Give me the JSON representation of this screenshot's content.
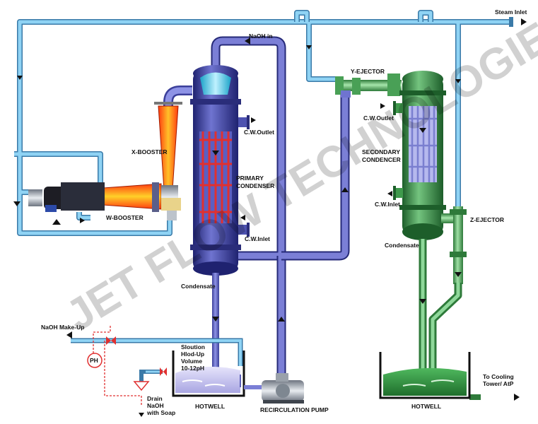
{
  "watermark": "JET FLOW TECHNOLOGIES",
  "labels": {
    "steam_inlet": "Steam Inlet",
    "naoh_in": "NaOH in",
    "y_ejector": "Y-EJECTOR",
    "x_booster": "X-BOOSTER",
    "w_booster": "W-BOOSTER",
    "cw_outlet_primary": "C.W.Outlet",
    "primary_condenser_1": "PRIMARY",
    "primary_condenser_2": "CONDENSER",
    "cw_inlet_primary": "C.W.Inlet",
    "condensate_primary": "Condensate",
    "cw_outlet_secondary": "C.W.Outlet",
    "secondary_condenser_1": "SECONDARY",
    "secondary_condenser_2": "CONDENCER",
    "cw_inlet_secondary": "C.W.Inlet",
    "z_ejector": "Z-EJECTOR",
    "condensate_secondary": "Condensate",
    "naoh_makeup": "NaOH Make-Up",
    "ph": "PH",
    "solution_1": "Sloution",
    "solution_2": "Hlod-Up",
    "solution_3": "Volume",
    "solution_4": "10-12pH",
    "drain_1": "Drain",
    "drain_2": "NaOH",
    "drain_3": "with Soap",
    "hotwell_primary": "HOTWELL",
    "recirculation_pump": "RECIRCULATION PUMP",
    "hotwell_secondary": "HOTWELL",
    "cooling_1": "To Cooling",
    "cooling_2": "Tower/ AtP"
  },
  "colors": {
    "steam_pipe": "#8fd3f4",
    "purple_pipe": "#7b7fd6",
    "green_pipe": "#6fc27a",
    "tube_bundle": "#e03030",
    "hotwell_water_primary": "#c9c8f0",
    "hotwell_water_secondary": "#2f8f3f",
    "control_line": "#e03030"
  }
}
